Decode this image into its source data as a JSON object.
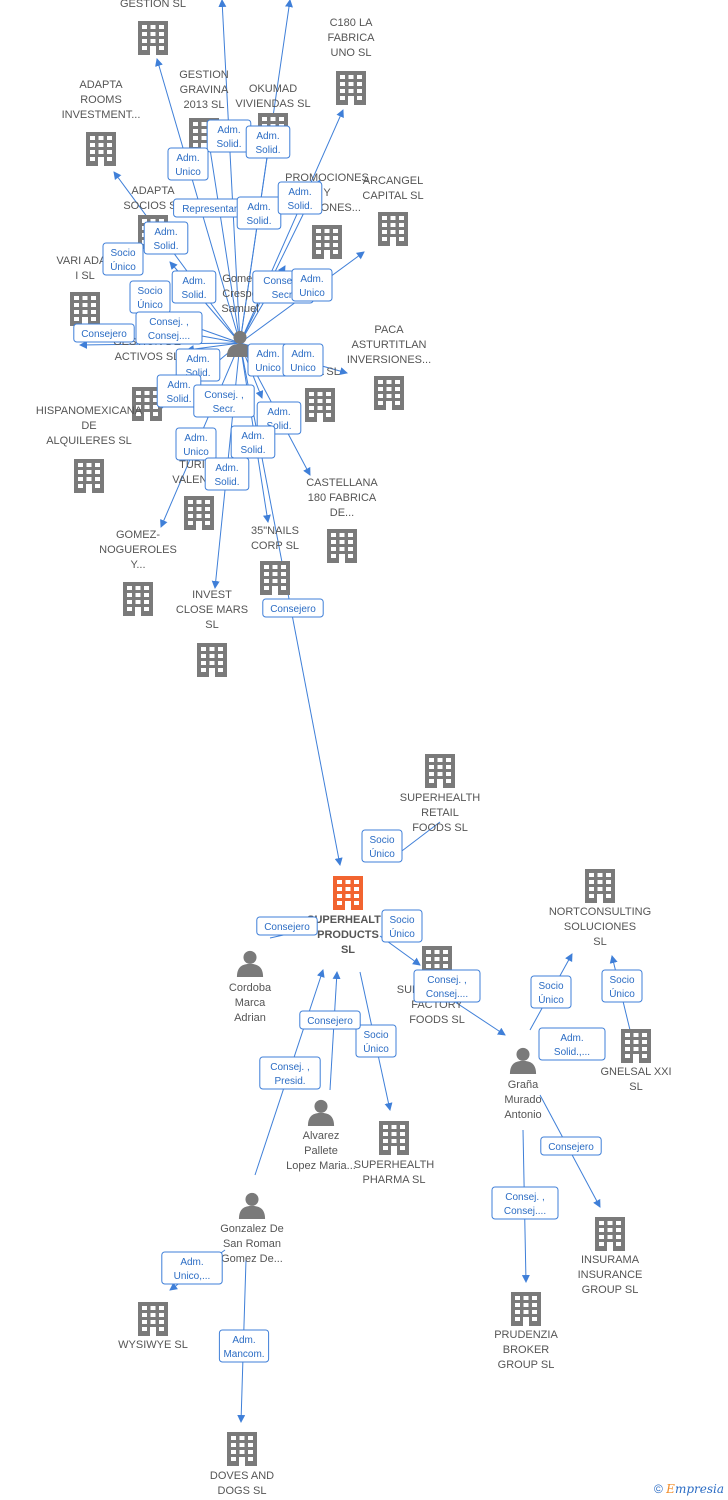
{
  "colors": {
    "edge": "#3f7fd8",
    "company": "#7a7a7a",
    "focus": "#f26430",
    "person": "#7a7a7a"
  },
  "footer": {
    "copyright": "©",
    "brand_initial": "E",
    "brand_rest": "mpresia"
  },
  "nodes": [
    {
      "id": "gestion_top",
      "type": "company",
      "label": [
        "GESTION SL"
      ]
    },
    {
      "id": "c180",
      "type": "company",
      "label": [
        "C180 LA",
        "FABRICA",
        "UNO  SL"
      ]
    },
    {
      "id": "adapta_rooms",
      "type": "company",
      "label": [
        "ADAPTA",
        "ROOMS",
        "INVESTMENT..."
      ]
    },
    {
      "id": "gestion_gravina",
      "type": "company",
      "label": [
        "GESTION",
        "GRAVINA",
        "2013  SL"
      ]
    },
    {
      "id": "okumad",
      "type": "company",
      "label": [
        "OKUMAD",
        "VIVIENDAS  SL"
      ]
    },
    {
      "id": "adapta_socios",
      "type": "company",
      "label": [
        "ADAPTA",
        "SOCIOS  SL"
      ]
    },
    {
      "id": "promociones",
      "type": "company",
      "label": [
        "PROMOCIONES",
        "Y",
        "...ACIONES..."
      ]
    },
    {
      "id": "arcangel",
      "type": "company",
      "label": [
        "ARCANGEL",
        "CAPITAL  SL"
      ]
    },
    {
      "id": "vari_adapta",
      "type": "company",
      "label": [
        "VARI ADAP",
        "I  SL"
      ]
    },
    {
      "id": "gomez_crespo",
      "type": "person",
      "label": [
        "Gomez",
        "Crespo",
        "Samuel"
      ]
    },
    {
      "id": "paca",
      "type": "company",
      "label": [
        "PACA",
        "ASTURTITLAN",
        "INVERSIONES..."
      ]
    },
    {
      "id": "gestion_activos",
      "type": "company",
      "label": [
        "GESTION DE",
        "ACTIVOS  SL"
      ]
    },
    {
      "id": "barba",
      "type": "company",
      "label": [
        "...BA  SL"
      ]
    },
    {
      "id": "hispanomex",
      "type": "company",
      "label": [
        "HISPANOMEXICANA",
        "DE",
        "ALQUILERES  SL"
      ]
    },
    {
      "id": "turist",
      "type": "company",
      "label": [
        "TURIST",
        "VALENCIA"
      ]
    },
    {
      "id": "castellana",
      "type": "company",
      "label": [
        "CASTELLANA",
        "180 FABRICA",
        "DE..."
      ]
    },
    {
      "id": "gomez_nog",
      "type": "company",
      "label": [
        "GOMEZ-",
        "NOGUEROLES",
        "Y..."
      ]
    },
    {
      "id": "nails",
      "type": "company",
      "label": [
        "35\"NAILS",
        "CORP  SL"
      ]
    },
    {
      "id": "invest_close",
      "type": "company",
      "label": [
        "INVEST",
        "CLOSE MARS",
        "SL"
      ]
    },
    {
      "id": "sh_retail",
      "type": "company",
      "label": [
        "SUPERHEALTH",
        "RETAIL",
        "FOODS  SL"
      ]
    },
    {
      "id": "sh_products",
      "type": "focus",
      "label": [
        "SUPERHEALTH",
        "PRODUCTS",
        "SL"
      ]
    },
    {
      "id": "nortconsulting",
      "type": "company",
      "label": [
        "NORTCONSULTING",
        "SOLUCIONES",
        "SL"
      ]
    },
    {
      "id": "cordoba",
      "type": "person",
      "label": [
        "Cordoba",
        "Marca",
        "Adrian"
      ]
    },
    {
      "id": "sh_factory",
      "type": "company",
      "label": [
        "SUPERHEALTH",
        "FACTORY",
        "FOODS  SL"
      ]
    },
    {
      "id": "gnelsal",
      "type": "company",
      "label": [
        "GNELSAL XXI",
        "SL"
      ]
    },
    {
      "id": "grana",
      "type": "person",
      "label": [
        "Graña",
        "Murado",
        "Antonio"
      ]
    },
    {
      "id": "alvarez",
      "type": "person",
      "label": [
        "Alvarez",
        "Pallete",
        "Lopez Maria..."
      ]
    },
    {
      "id": "sh_pharma",
      "type": "company",
      "label": [
        "SUPERHEALTH",
        "PHARMA  SL"
      ]
    },
    {
      "id": "gonzalez",
      "type": "person",
      "label": [
        "Gonzalez De",
        "San Roman",
        "Gomez De..."
      ]
    },
    {
      "id": "insurama",
      "type": "company",
      "label": [
        "INSURAMA",
        "INSURANCE",
        "GROUP  SL"
      ]
    },
    {
      "id": "prudenzia",
      "type": "company",
      "label": [
        "PRUDENZIA",
        "BROKER",
        "GROUP  SL"
      ]
    },
    {
      "id": "wysiwye",
      "type": "company",
      "label": [
        "WYSIWYE  SL"
      ]
    },
    {
      "id": "doves",
      "type": "company",
      "label": [
        "DOVES AND",
        "DOGS SL"
      ]
    }
  ],
  "edge_labels": [
    [
      "Adm.",
      "Solid."
    ],
    [
      "Adm.",
      "Solid."
    ],
    [
      "Adm.",
      "Unico"
    ],
    [
      "Representante"
    ],
    [
      "Adm.",
      "Solid."
    ],
    [
      "Adm.",
      "Solid."
    ],
    [
      "Adm.",
      "Solid."
    ],
    [
      "Socio",
      "Único"
    ],
    [
      "Adm.",
      "Solid."
    ],
    [
      "Consej. ,",
      "Secr."
    ],
    [
      "Adm.",
      "Unico"
    ],
    [
      "Socio",
      "Único"
    ],
    [
      "Consej. ,",
      "Consej...."
    ],
    [
      "Consejero"
    ],
    [
      "Adm.",
      "Solid."
    ],
    [
      "Adm.",
      "Unico"
    ],
    [
      "Adm.",
      "Unico"
    ],
    [
      "Adm.",
      "Solid."
    ],
    [
      "Consej. ,",
      "Secr."
    ],
    [
      "Adm.",
      "Solid."
    ],
    [
      "Adm.",
      "Unico"
    ],
    [
      "Adm.",
      "Solid."
    ],
    [
      "Adm.",
      "Solid."
    ],
    [
      "Consejero"
    ],
    [
      "Socio",
      "Único"
    ],
    [
      "Socio",
      "Único"
    ],
    [
      "Consejero"
    ],
    [
      "Consej. ,",
      "Consej...."
    ],
    [
      "Socio",
      "Único"
    ],
    [
      "Socio",
      "Único"
    ],
    [
      "Adm.",
      "Solid.,..."
    ],
    [
      "Consejero"
    ],
    [
      "Consej. ,",
      "Consej...."
    ],
    [
      "Socio",
      "Único"
    ],
    [
      "Consejero"
    ],
    [
      "Consej. ,",
      "Presid."
    ],
    [
      "Adm.",
      "Unico,..."
    ],
    [
      "Adm.",
      "Mancom."
    ]
  ]
}
